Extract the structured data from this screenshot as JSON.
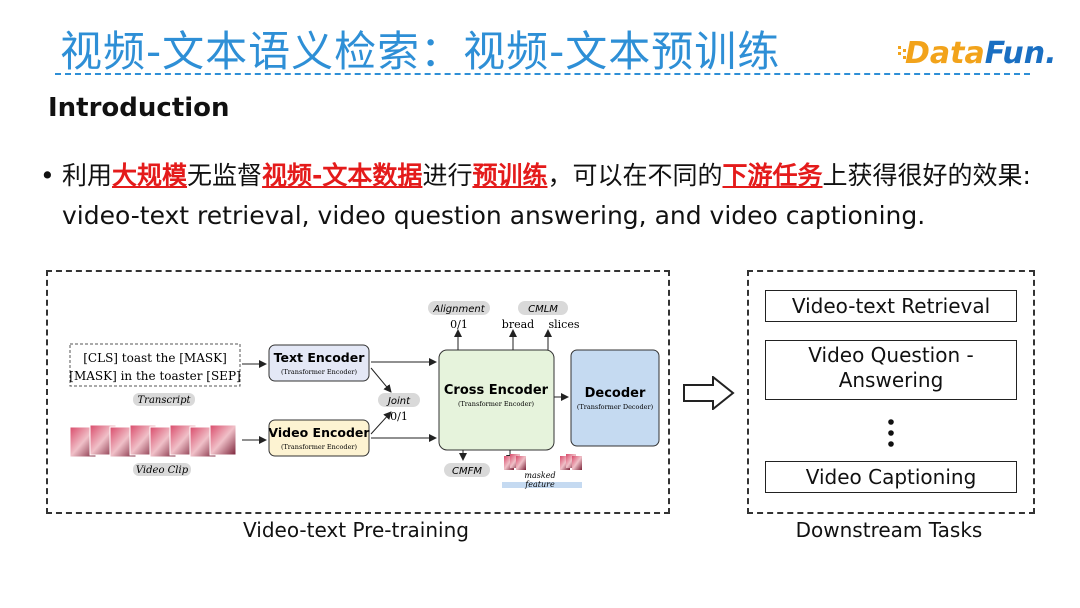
{
  "title": "视频-文本语义检索：视频-文本预训练",
  "logo": {
    "part1": "Data",
    "part2": "Fun."
  },
  "intro_heading": "Introduction",
  "bullet": {
    "dot": "•",
    "t1": "利用",
    "h1": "大规模",
    "t2": "无监督",
    "h2": "视频-文本数据",
    "t3": "进行",
    "h3": "预训练",
    "t4": "，可以在不同的",
    "h4": "下游任务",
    "t5": "上获得很好的效果: video-text retrieval, video question answering, and video captioning."
  },
  "diagram": {
    "input_text_line1": "[CLS] toast the [MASK]",
    "input_text_line2": "[MASK] in the toaster [SEP]",
    "transcript_label": "Transcript",
    "video_clip_label": "Video Clip",
    "text_encoder": {
      "title": "Text Encoder",
      "sub": "(Transformer Encoder)"
    },
    "video_encoder": {
      "title": "Video Encoder",
      "sub": "(Transformer Encoder)"
    },
    "joint_label": "Joint",
    "joint_value": "0/1",
    "cross_encoder": {
      "title": "Cross Encoder",
      "sub": "(Transformer Encoder)"
    },
    "decoder": {
      "title": "Decoder",
      "sub": "(Transformer Decoder)"
    },
    "alignment_label": "Alignment",
    "alignment_value": "0/1",
    "cmlm_label": "CMLM",
    "cmlm_word1": "bread",
    "cmlm_word2": "slices",
    "cmfm_label": "CMFM",
    "masked_feature_line1": "masked",
    "masked_feature_line2": "feature",
    "caption": "Video-text Pre-training"
  },
  "tasks": {
    "items": [
      "Video-text Retrieval",
      "Video Question - Answering",
      "Video Captioning"
    ],
    "caption": "Downstream Tasks"
  },
  "colors": {
    "title": "#2e8fd6",
    "highlight": "#e41b1b",
    "text_encoder_fill": "#e4e8f6",
    "video_encoder_fill": "#fdf3d2",
    "cross_encoder_fill": "#e6f3dc",
    "decoder_fill": "#c5daf1"
  }
}
